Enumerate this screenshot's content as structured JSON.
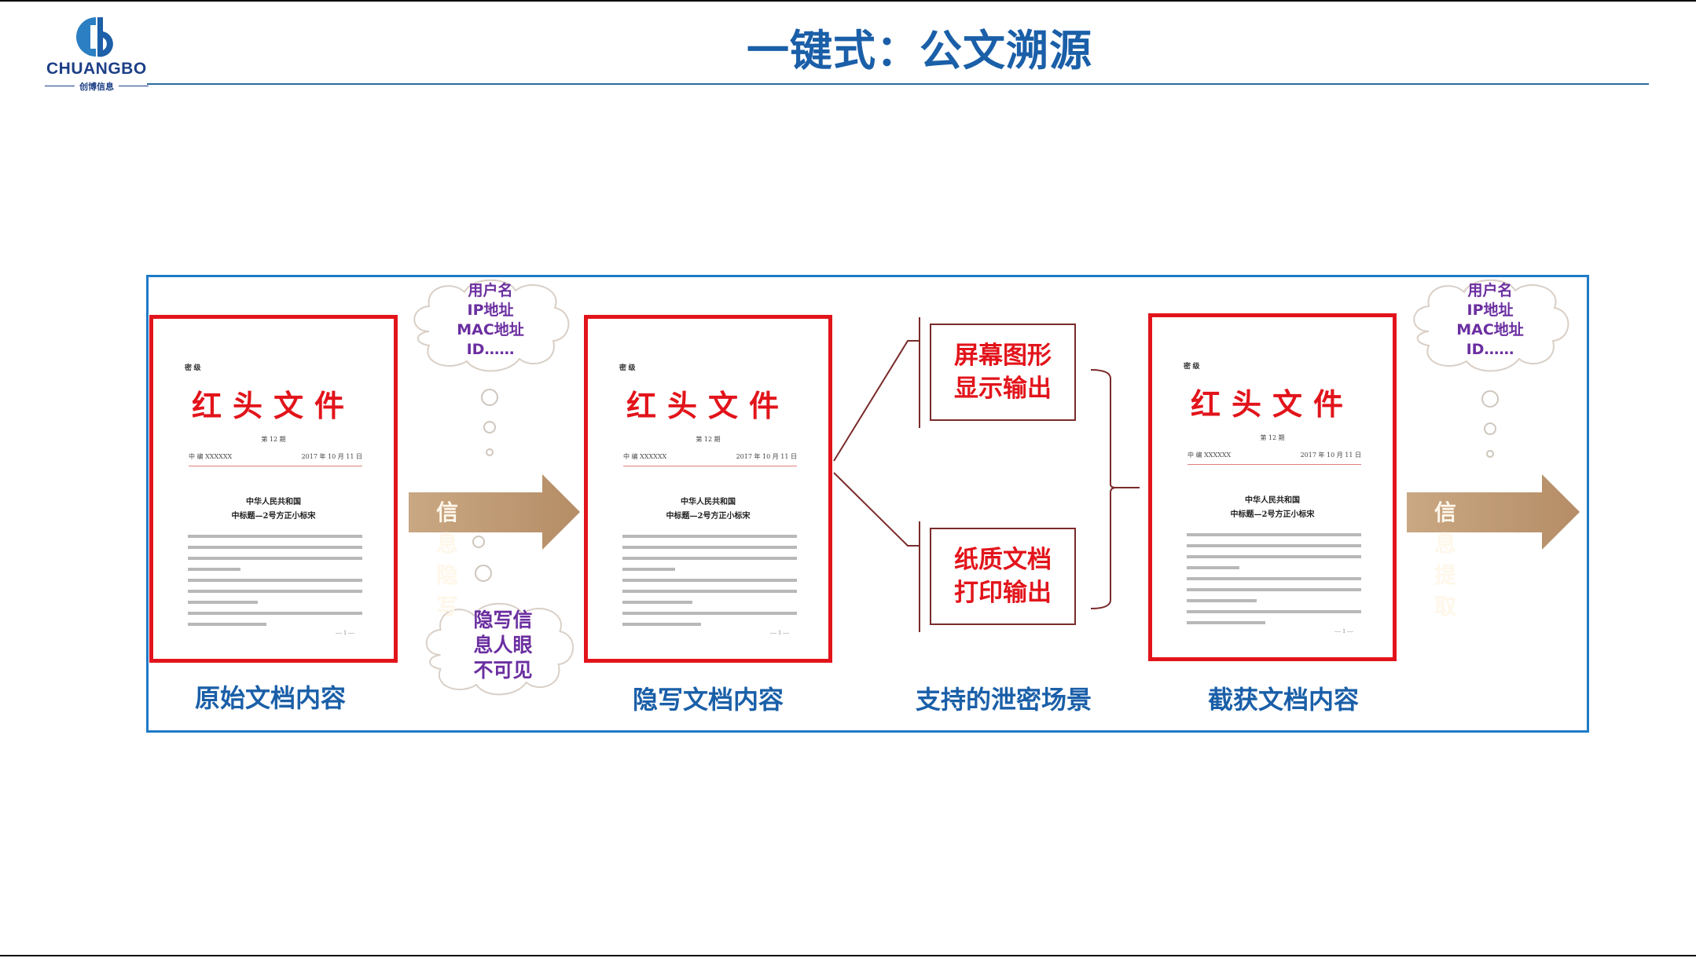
{
  "logo": {
    "brand": "CHUANGBO",
    "brand_cn": "创博信息"
  },
  "title": "一键式：公文溯源",
  "document": {
    "secret": "密 级",
    "red_header": "红头文件",
    "issue": "第 12 期",
    "issuer": "中 编 XXXXXX",
    "date": "2017 年 10 月 11 日",
    "heading1": "中华人民共和国",
    "heading2": "中标题—2号方正小标宋",
    "page": "— 1 —"
  },
  "captions": {
    "original": "原始文档内容",
    "stego": "隐写文档内容",
    "scenarios": "支持的泄密场景",
    "captured": "截获文档内容"
  },
  "cloud_info": {
    "lines": [
      "用户名",
      "IP地址",
      "MAC地址",
      "ID……"
    ]
  },
  "cloud_invisible": {
    "lines": [
      "隐写信",
      "息人眼",
      "不可见"
    ]
  },
  "arrows": {
    "embed": "信息隐写",
    "extract": "信息提取"
  },
  "scenarios": {
    "screen": [
      "屏幕图形",
      "显示输出"
    ],
    "paper": [
      "纸质文档",
      "打印输出"
    ]
  }
}
